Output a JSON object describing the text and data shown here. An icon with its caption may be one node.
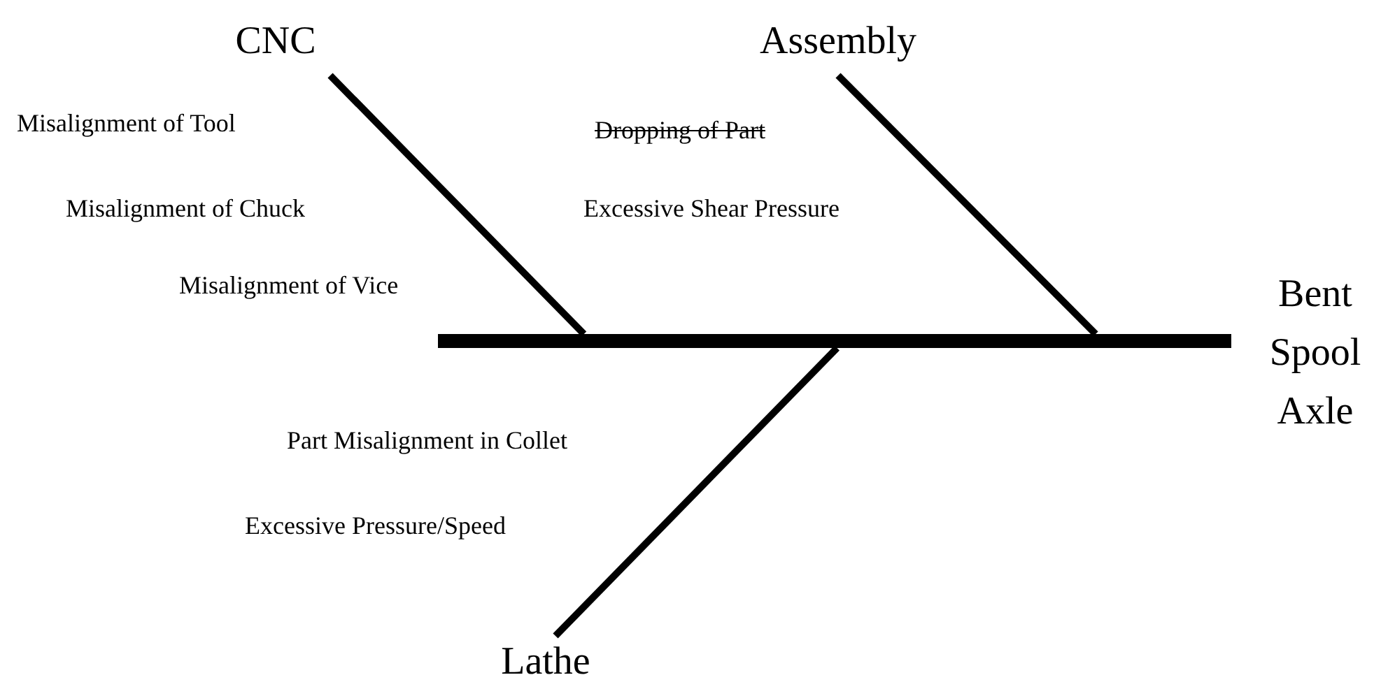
{
  "diagram": {
    "nodes": [
      {
        "text": [
          "CNC"
        ]
      },
      {
        "text": [
          "Assembly"
        ]
      },
      {
        "text": [
          "Lathe"
        ]
      },
      {
        "text": [
          "Bent Spool Axle"
        ]
      },
      {
        "text": [],
        "shape": "bar"
      }
    ],
    "edges": [
      {
        "from": 0,
        "to": 4,
        "arrow": "none"
      },
      {
        "from": 1,
        "to": 4,
        "arrow": "none"
      },
      {
        "from": 2,
        "to": 4,
        "arrow": "none"
      }
    ],
    "labels": [
      "Misalignment of Tool",
      "Dropping of Part",
      "Misalignment of Chuck",
      "Excessive Shear Pressure",
      "Misalignment of Vice",
      "Part Misalignment in Collet",
      "Excessive Pressure/Speed"
    ]
  }
}
